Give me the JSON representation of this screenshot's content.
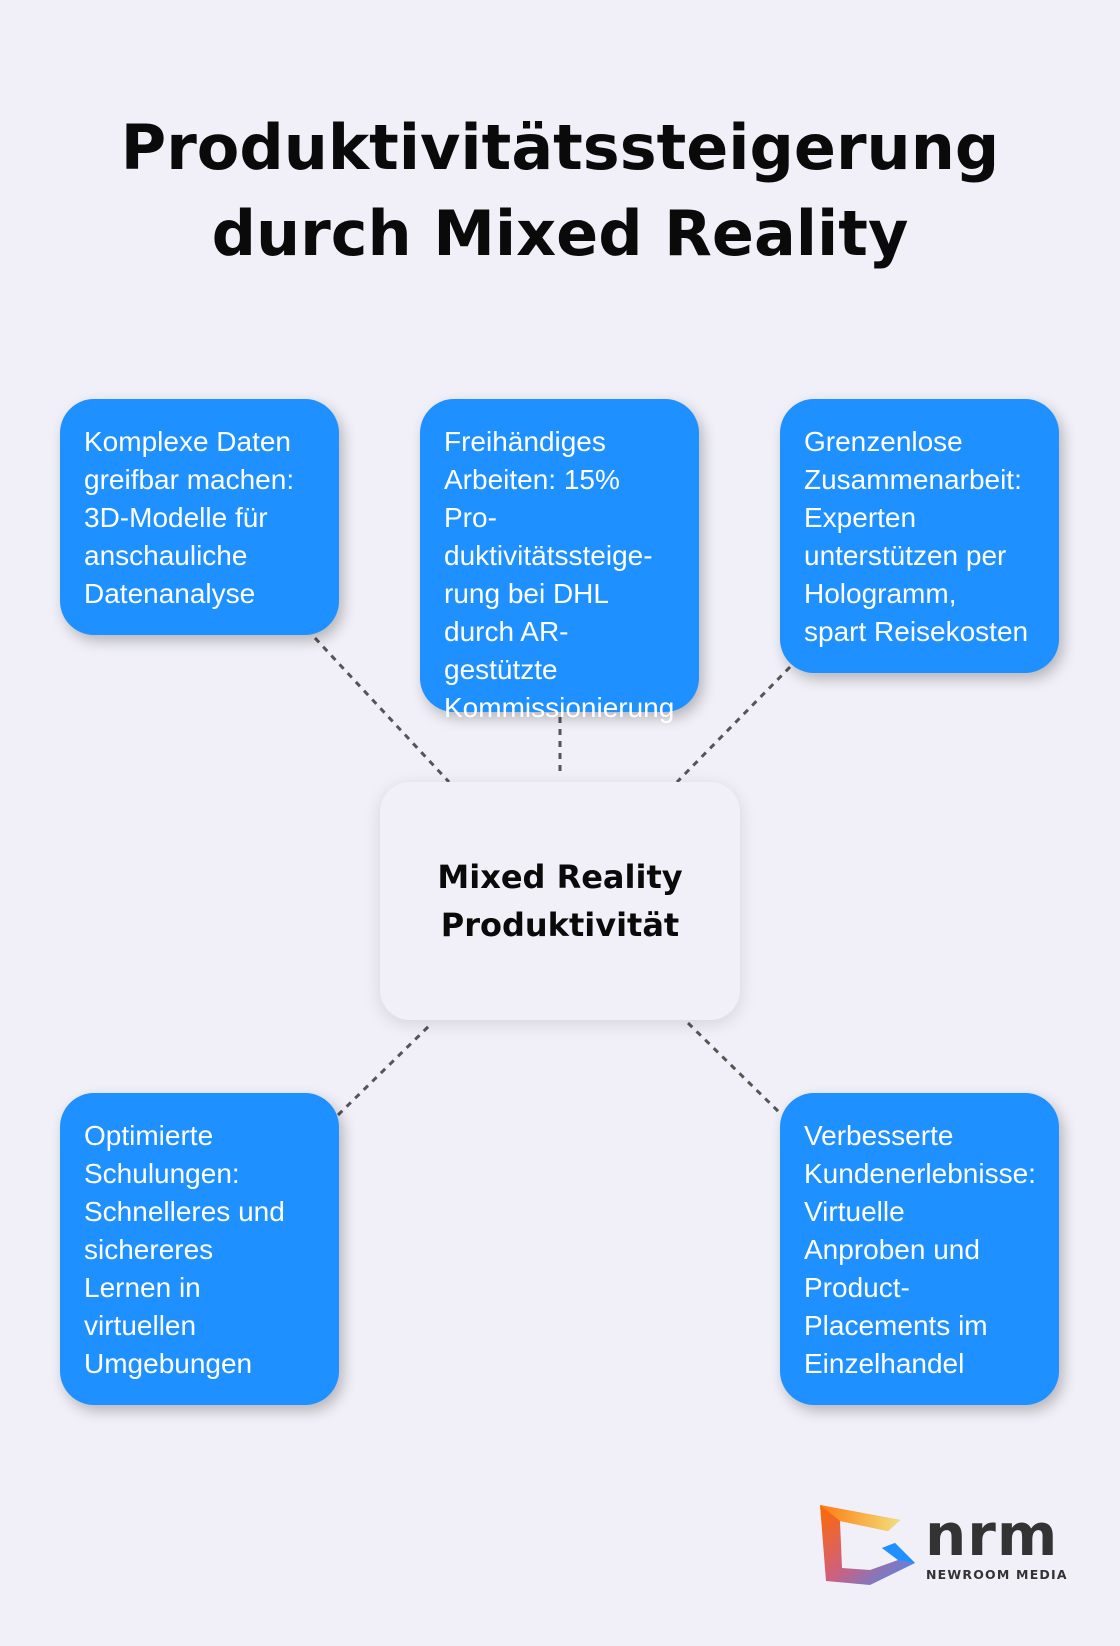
{
  "title": "Produktivitätssteigerung\ndurch Mixed Reality",
  "center": "Mixed Reality\nProduktivität",
  "colors": {
    "box": "#1e90ff",
    "background": "#f1f0f8",
    "connector": "#555555"
  },
  "boxes": [
    "Komplexe Daten\ngreifbar machen:\n3D-Modelle für\nanschauliche\nDatenanalyse",
    "Freihändiges\nArbeiten: 15% Pro-\nduktivitätssteige-\nrung bei DHL\ndurch AR-\ngestützte\nKommissionierung",
    "Grenzenlose\nZusammenarbeit:\nExperten\nunterstützen per\nHologramm,\nspart Reisekosten",
    "Optimierte\nSchulungen:\nSchnelleres und\nsichereres\nLernen in\nvirtuellen\nUmgebungen",
    "Verbesserte\nKundenerlebnisse:\nVirtuelle\nAnproben und\nProduct-\nPlacements im\nEinzelhandel"
  ],
  "logo": {
    "brand": "nrm",
    "subtitle": "NEWROOM MEDIA"
  }
}
